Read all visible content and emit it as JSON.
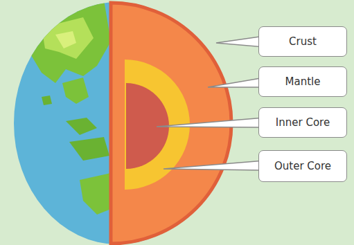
{
  "diagram": {
    "nodes": [
      {
        "text": [
          "Crust"
        ]
      },
      {
        "text": [
          "Mantle"
        ]
      },
      {
        "text": [
          "Inner Core"
        ]
      },
      {
        "text": [
          "Outer Core"
        ]
      }
    ]
  }
}
